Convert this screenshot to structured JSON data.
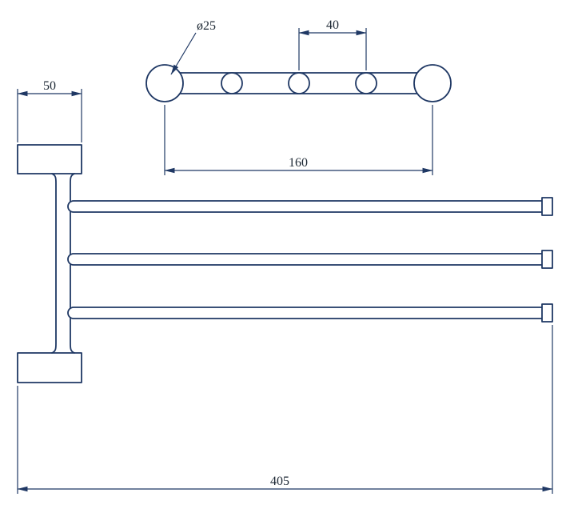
{
  "colors": {
    "line": "#1f3864",
    "text": "#1c2733",
    "background": "#ffffff"
  },
  "drawing": {
    "kind": "technical-dimension-drawing",
    "dimensions": {
      "hole_diameter": "ø25",
      "hole_spacing": "40",
      "rail_span": "160",
      "bracket_width": "50",
      "overall_length": "405"
    }
  }
}
